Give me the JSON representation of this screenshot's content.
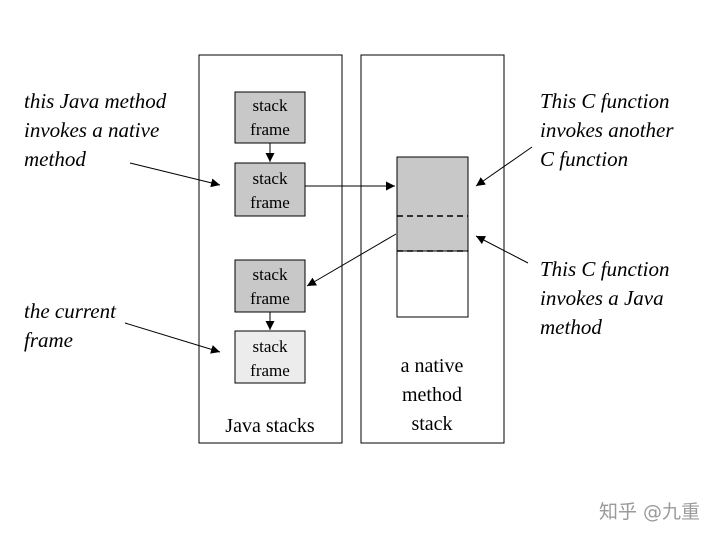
{
  "java_stacks": {
    "label": "Java stacks",
    "frames": [
      {
        "line1": "stack",
        "line2": "frame"
      },
      {
        "line1": "stack",
        "line2": "frame"
      },
      {
        "line1": "stack",
        "line2": "frame"
      },
      {
        "line1": "stack",
        "line2": "frame"
      }
    ]
  },
  "native_stack": {
    "label_lines": [
      "a native",
      "method",
      "stack"
    ]
  },
  "annotations": {
    "java_invokes_native": [
      "this Java method",
      "invokes a native",
      "method"
    ],
    "current_frame": [
      "the current",
      "frame"
    ],
    "c_invokes_c": [
      "This C function",
      "invokes another",
      "C function"
    ],
    "c_invokes_java": [
      "This C function",
      "invokes a Java",
      "method"
    ]
  },
  "watermark": "知乎 @九重",
  "colors": {
    "frame_fill": "#c8c8c8",
    "current_frame_fill": "#ececec",
    "native_fill": "#c8c8c8",
    "stroke": "#000000"
  }
}
